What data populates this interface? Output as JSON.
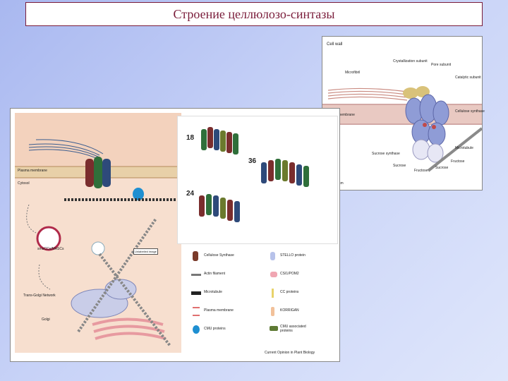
{
  "slide": {
    "title": "Строение целлюлозо-синтазы"
  },
  "right_figure": {
    "labels": {
      "cell_wall": "Cell wall",
      "microfibril": "Microfibril",
      "crystallization": "Crystallization subunit",
      "pore": "Pore subunit",
      "catalytic": "Catalytic subunit",
      "plasma_membrane": "Plasma membrane",
      "cellulose_synthase": "Cellulose synthase",
      "microtubule": "Microtubule",
      "sucrose_synthase": "Sucrose synthase",
      "sucrose": "Sucrose",
      "fructose": "Fructose",
      "sucrose2": "Sucrose",
      "fructose2": "Fructose",
      "cytoplasm": "Cytoplasm"
    }
  },
  "left_figure": {
    "labels": {
      "plasma_membrane": "Plasma membrane",
      "cytosol": "Cytosol",
      "smacc": "smaCCs/MASCs",
      "trans_golgi": "Trans-Golgi Network",
      "golgi": "Golgi",
      "unlabelled": "Unlabelled image"
    },
    "rosettes": {
      "r18": "18",
      "r36": "36",
      "r24": "24"
    },
    "legend": [
      {
        "label": "Cellulose Synthase",
        "icon": "cellulose-synthase-icon"
      },
      {
        "label": "STELLO protein",
        "icon": "stello-icon"
      },
      {
        "label": "Actin filament",
        "icon": "actin-icon"
      },
      {
        "label": "CSI1/POM2",
        "icon": "csi1-icon"
      },
      {
        "label": "Microtubule",
        "icon": "microtubule-icon"
      },
      {
        "label": "CC proteins",
        "icon": "cc-protein-icon"
      },
      {
        "label": "Plasma membrane",
        "icon": "membrane-icon"
      },
      {
        "label": "KORRIGAN",
        "icon": "korrigan-icon"
      },
      {
        "label": "CMU proteins",
        "icon": "cmu-icon"
      },
      {
        "label": "CMU associated proteins",
        "icon": "cmu-assoc-icon"
      }
    ],
    "source": "Current Opinion in Plant Biology"
  }
}
